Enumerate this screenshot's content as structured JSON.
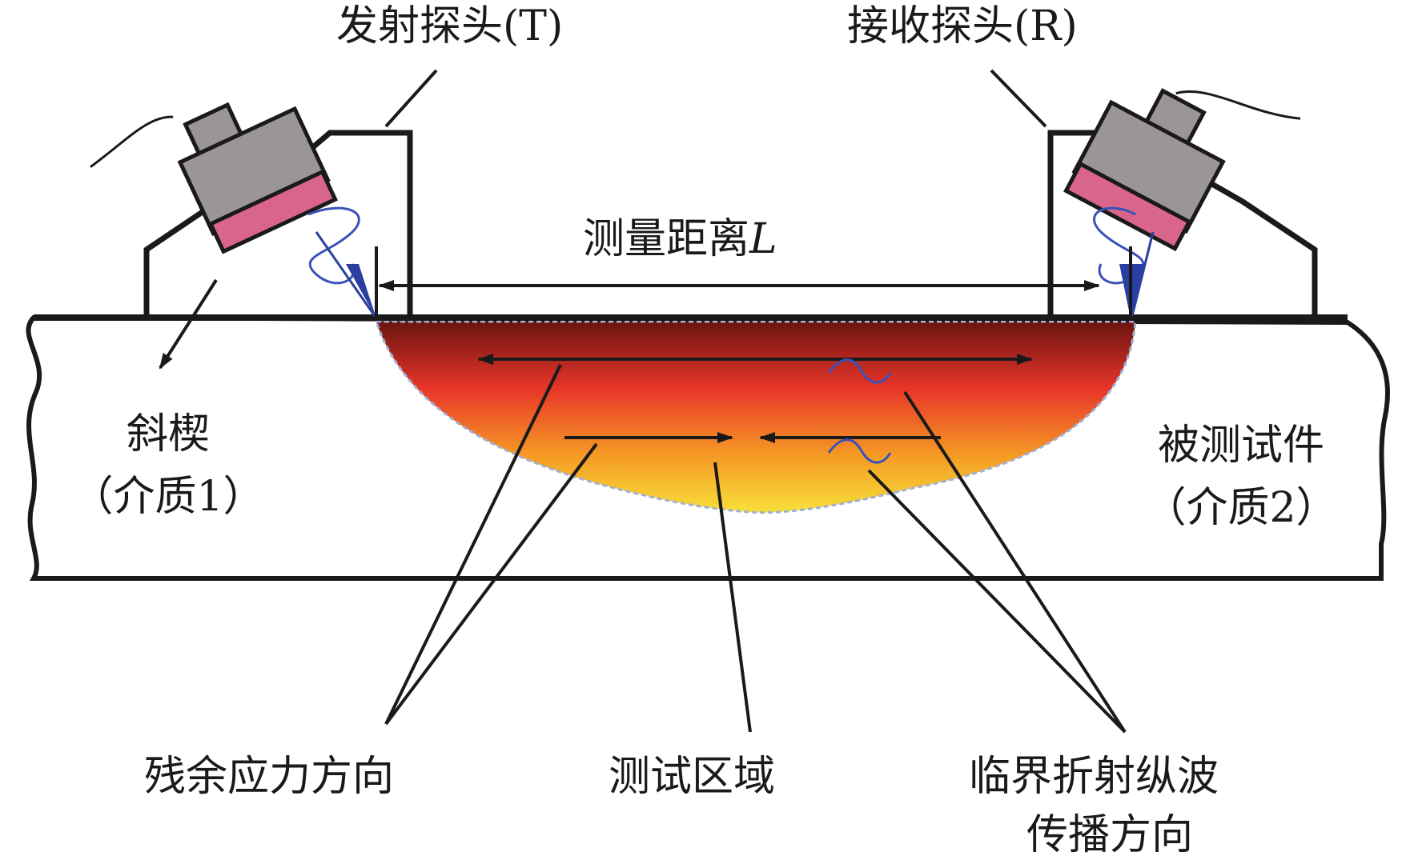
{
  "labels": {
    "transmit_probe": "发射探头(T)",
    "receive_probe": "接收探头(R)",
    "distance_text": "测量距离",
    "distance_symbol": "L",
    "wedge_name": "斜楔",
    "wedge_medium": "（介质1）",
    "specimen_name": "被测试件",
    "specimen_medium": "（介质2）",
    "residual_stress_direction": "残余应力方向",
    "test_zone": "测试区域",
    "lcr_line1": "临界折射纵波",
    "lcr_line2": "传播方向"
  },
  "colors": {
    "outline": "#1a1a1a",
    "probe_body": "#9b9595",
    "probe_face": "#d9668a",
    "wave": "#3a52b8",
    "zone_top": "#6b1410",
    "zone_mid": "#e8352a",
    "zone_bottom": "#f7e03a"
  },
  "icons": {
    "transmit_probe": "ultrasonic-probe-icon",
    "receive_probe": "ultrasonic-probe-icon"
  }
}
